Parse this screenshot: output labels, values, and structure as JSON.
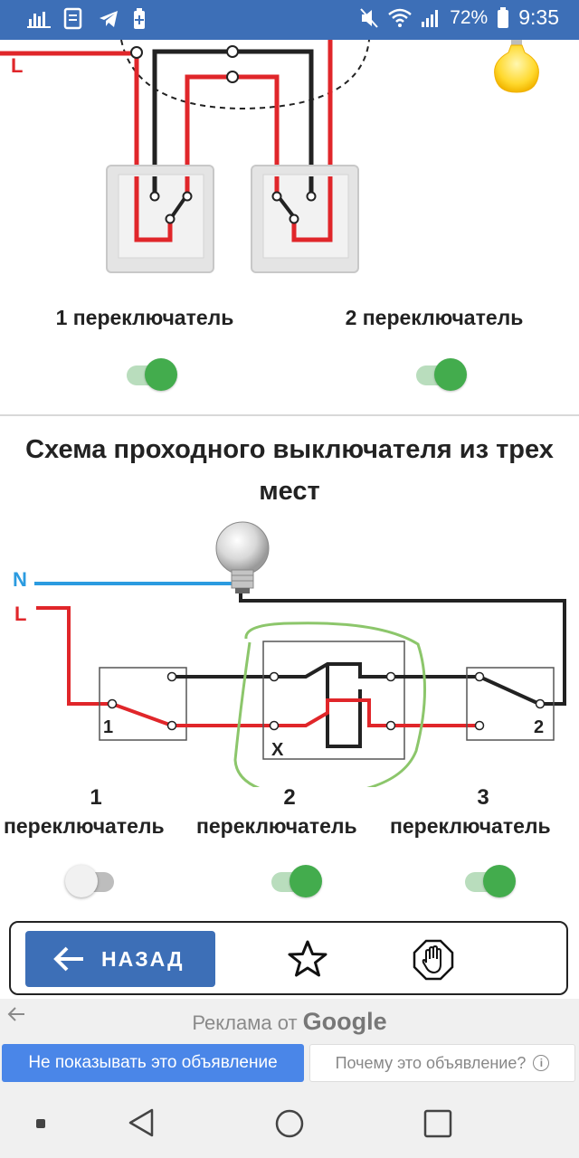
{
  "status_bar": {
    "battery": "72%",
    "time": "9:35"
  },
  "diagram_two": {
    "wire_label_l": "L",
    "switch1_label": "1 переключатель",
    "switch2_label": "2 переключатель",
    "switch1_on": true,
    "switch2_on": true
  },
  "diagram_three": {
    "title": "Схема проходного выключателя из трех мест",
    "wire_label_n": "N",
    "wire_label_l": "L",
    "box1_number": "1",
    "box_middle_mark": "X",
    "box3_number": "2",
    "switches": [
      {
        "number": "1",
        "label": "переключатель",
        "on": false
      },
      {
        "number": "2",
        "label": "переключатель",
        "on": true
      },
      {
        "number": "3",
        "label": "переключатель",
        "on": true
      }
    ]
  },
  "nav": {
    "back_label": "НАЗАД",
    "favorite_icon": "star-icon",
    "stop_icon": "stop-hand-icon"
  },
  "ad": {
    "header_prefix": "Реклама от",
    "header_brand": "Google",
    "hide_button": "Не показывать это объявление",
    "why_button": "Почему это объявление?"
  },
  "colors": {
    "accent": "#3d6fb7",
    "toggle_on": "#43ac4d",
    "wire_red": "#e0262a",
    "wire_blue": "#2b9be0",
    "highlight": "#8cc66b"
  }
}
